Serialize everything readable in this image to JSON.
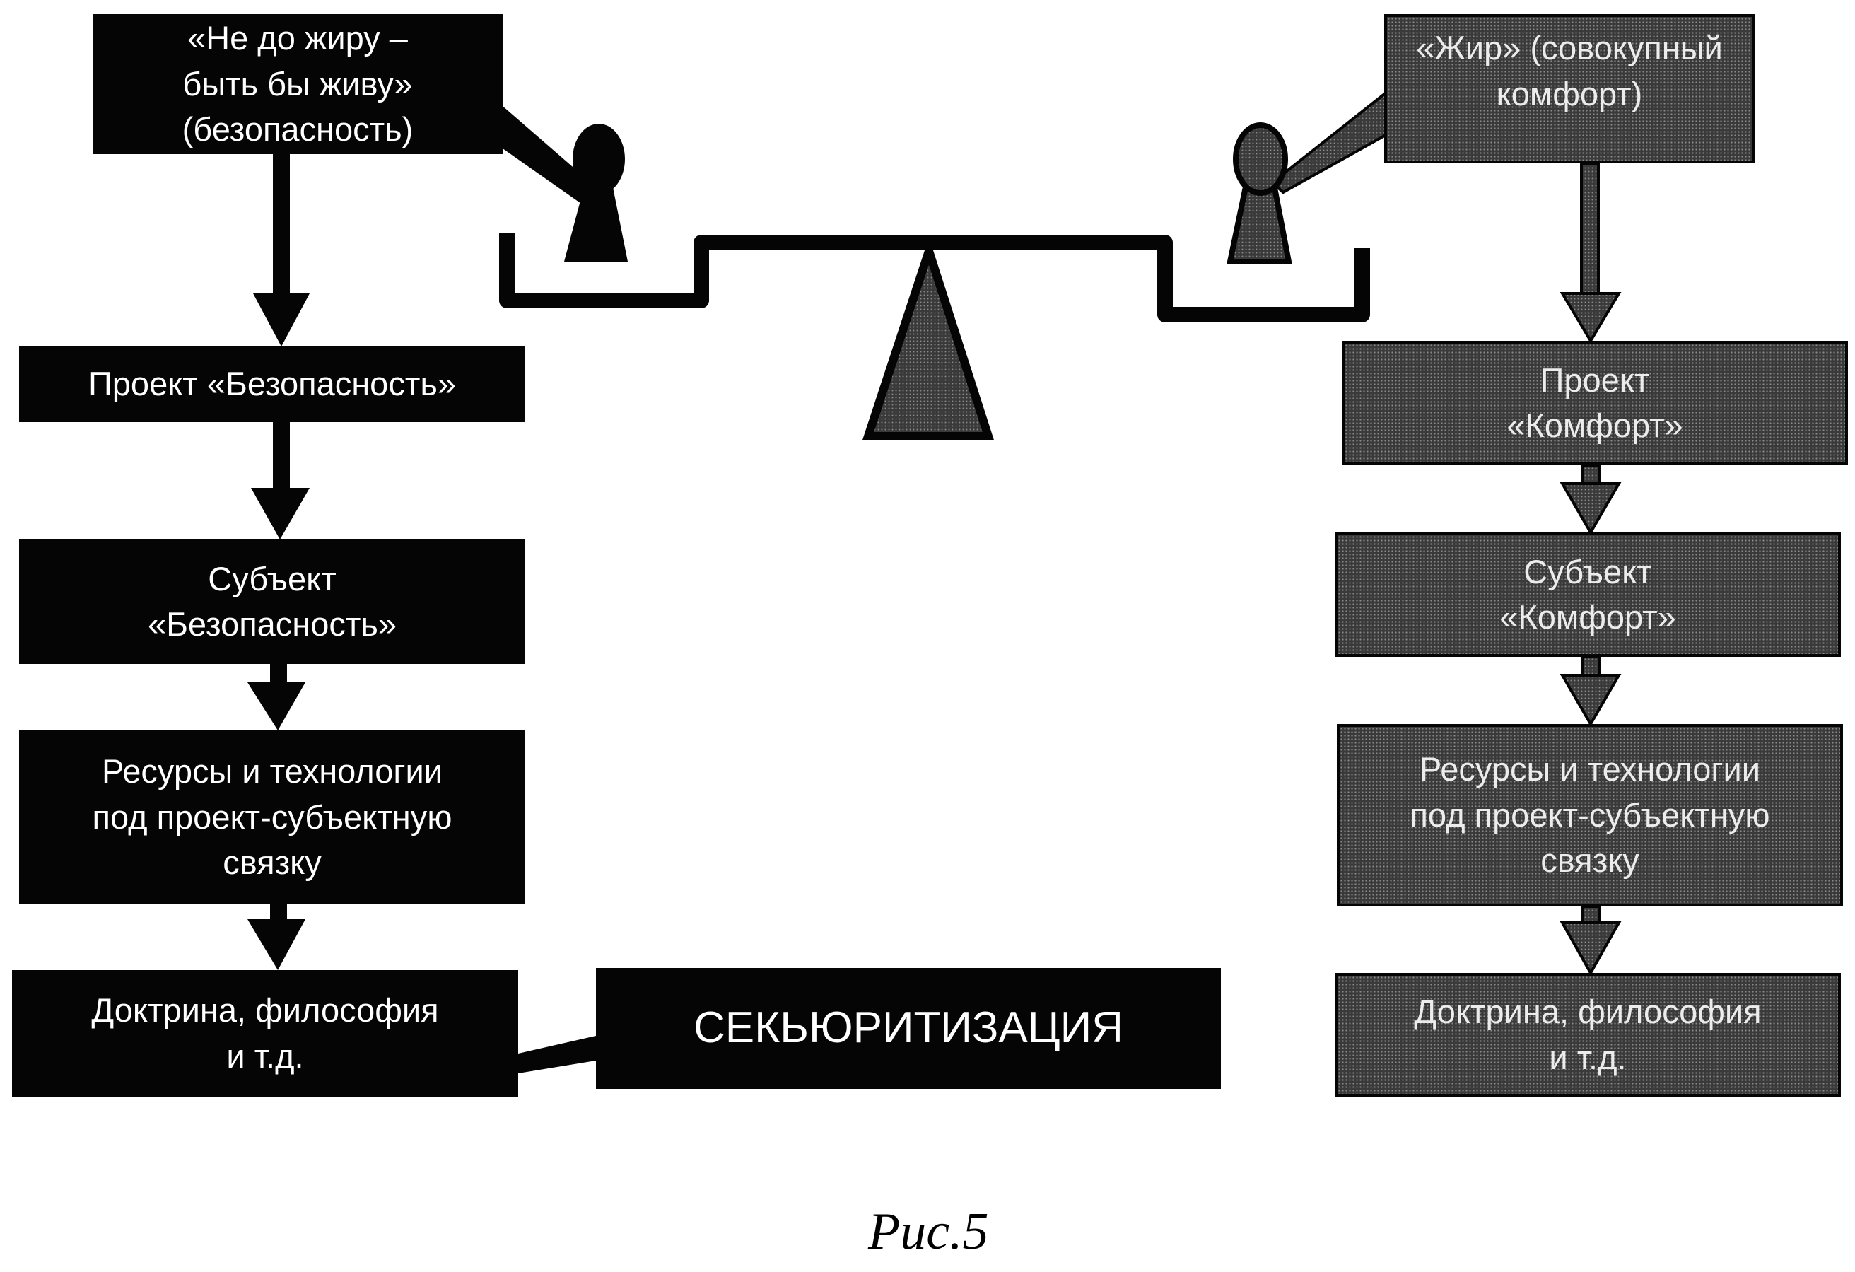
{
  "diagram": {
    "left": {
      "top_box": "«Не до жиру –\nбыть бы живу»\n(безопасность)",
      "project": "Проект «Безопасность»",
      "subject": "Субъект\n«Безопасность»",
      "resources": "Ресурсы и технологии\nпод проект-субъектную\nсвязку",
      "doctrine": "Доктрина, философия\nи т.д."
    },
    "right": {
      "top_box": "«Жир» (совокупный\nкомфорт)",
      "project": "Проект\n«Комфорт»",
      "subject": "Субъект\n«Комфорт»",
      "resources": "Ресурсы и технологии\nпод проект-субъектную\nсвязку",
      "doctrine": "Доктрина, философия\nи т.д."
    },
    "securitization": "СЕКЬЮРИТИЗАЦИЯ",
    "caption": "Рис.5",
    "colors": {
      "left_fill": "#050505",
      "right_fill": "#3a3a3a",
      "text": "#ffffff"
    }
  }
}
